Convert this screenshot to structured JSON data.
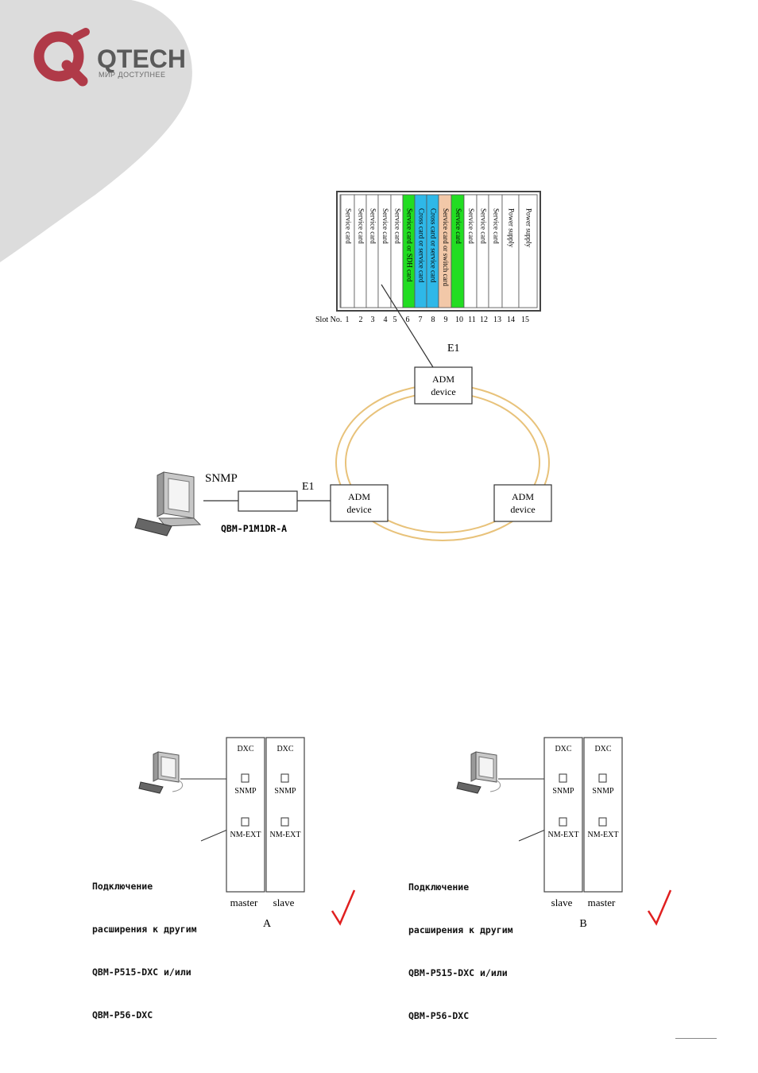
{
  "brand": {
    "name": "QTECH",
    "tagline": "МИР ДОСТУПНЕЕ",
    "logo_color": "#b03a48",
    "corner_color": "#dcdcdc"
  },
  "rack": {
    "slot_no_label": "Slot No.",
    "slots": [
      {
        "no": "1",
        "card": "Service card",
        "color": "#ffffff"
      },
      {
        "no": "2",
        "card": "Service card",
        "color": "#ffffff"
      },
      {
        "no": "3",
        "card": "Service card",
        "color": "#ffffff"
      },
      {
        "no": "4",
        "card": "Service card",
        "color": "#ffffff"
      },
      {
        "no": "5",
        "card": "Service card",
        "color": "#ffffff"
      },
      {
        "no": "6",
        "card": "Service card or SDH card",
        "color": "#22dd22"
      },
      {
        "no": "7",
        "card": "Cross card or service card",
        "color": "#2eb8e8"
      },
      {
        "no": "8",
        "card": "Cross card or service card",
        "color": "#2eb8e8"
      },
      {
        "no": "9",
        "card": "Service card or switch card",
        "color": "#f2c8a8"
      },
      {
        "no": "10",
        "card": "Service card",
        "color": "#22dd22"
      },
      {
        "no": "11",
        "card": "Service card",
        "color": "#ffffff"
      },
      {
        "no": "12",
        "card": "Service card",
        "color": "#ffffff"
      },
      {
        "no": "13",
        "card": "Service card",
        "color": "#ffffff"
      },
      {
        "no": "14",
        "card": "Power supply",
        "color": "#ffffff"
      },
      {
        "no": "15",
        "card": "Power supply",
        "color": "#ffffff"
      }
    ]
  },
  "network": {
    "e1_top": "E1",
    "e1_left": "E1",
    "snmp": "SNMP",
    "device_model": "QBM-P1M1DR-A",
    "adm_top": [
      "ADM",
      "device"
    ],
    "adm_left": [
      "ADM",
      "device"
    ],
    "adm_right": [
      "ADM",
      "device"
    ],
    "ring_color": "#e8c27a"
  },
  "panels": [
    {
      "cards": [
        {
          "title": "DXC",
          "port1": "SNMP",
          "port2": "NM-EXT",
          "role": "master"
        },
        {
          "title": "DXC",
          "port1": "SNMP",
          "port2": "NM-EXT",
          "role": "slave"
        }
      ],
      "annotation": [
        "Подключение",
        "расширения к другим",
        "QBM-P515-DXC и/или",
        "QBM-P56-DXC"
      ],
      "caption": "A"
    },
    {
      "cards": [
        {
          "title": "DXC",
          "port1": "SNMP",
          "port2": "NM-EXT",
          "role": "slave"
        },
        {
          "title": "DXC",
          "port1": "SNMP",
          "port2": "NM-EXT",
          "role": "master"
        }
      ],
      "annotation": [
        "Подключение",
        "расширения к другим",
        "QBM-P515-DXC и/или",
        "QBM-P56-DXC"
      ],
      "caption": "B"
    }
  ],
  "check_color": "#e02020"
}
